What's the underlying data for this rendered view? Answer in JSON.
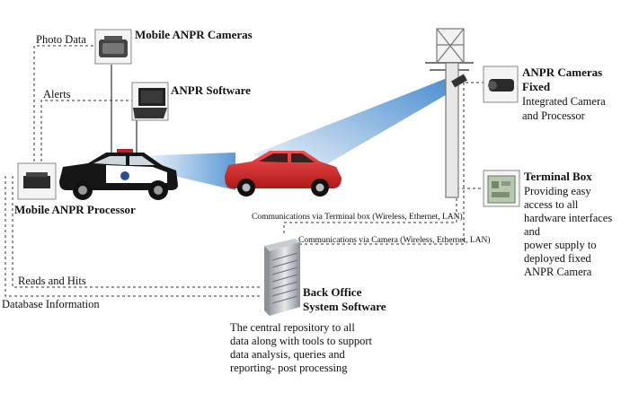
{
  "labels": {
    "photo_data": "Photo Data",
    "mobile_cameras": "Mobile ANPR Cameras",
    "alerts": "Alerts",
    "anpr_software": "ANPR Software",
    "mobile_processor": "Mobile ANPR Processor",
    "fixed_cameras_line1": "ANPR Cameras",
    "fixed_cameras_line2": "Fixed",
    "integrated_line1": "Integrated Camera",
    "integrated_line2": "and Processor",
    "terminal_box": "Terminal Box",
    "terminal_desc": [
      "Providing easy",
      "access to all",
      "hardware interfaces",
      "and",
      "power supply to",
      "deployed fixed",
      "ANPR Camera"
    ],
    "comm_terminal": "Communications via Terminal box (Wireless, Ethernet, LAN)",
    "comm_camera": "Communications via Camera (Wireless, Ethernet, LAN)",
    "reads_hits": "Reads and Hits",
    "database_info": "Database Information",
    "back_office_line1": "Back Office",
    "back_office_line2": "System Software",
    "back_office_desc": [
      "The central repository to all",
      "data along with tools to support",
      "data analysis, queries and",
      "reporting- post processing"
    ]
  },
  "colors": {
    "beam": "#4a8fd0",
    "red_car": "#d42a2a",
    "police_car": "#1a1a1a",
    "police_stripe": "#ffffff",
    "lines": "#333333"
  }
}
